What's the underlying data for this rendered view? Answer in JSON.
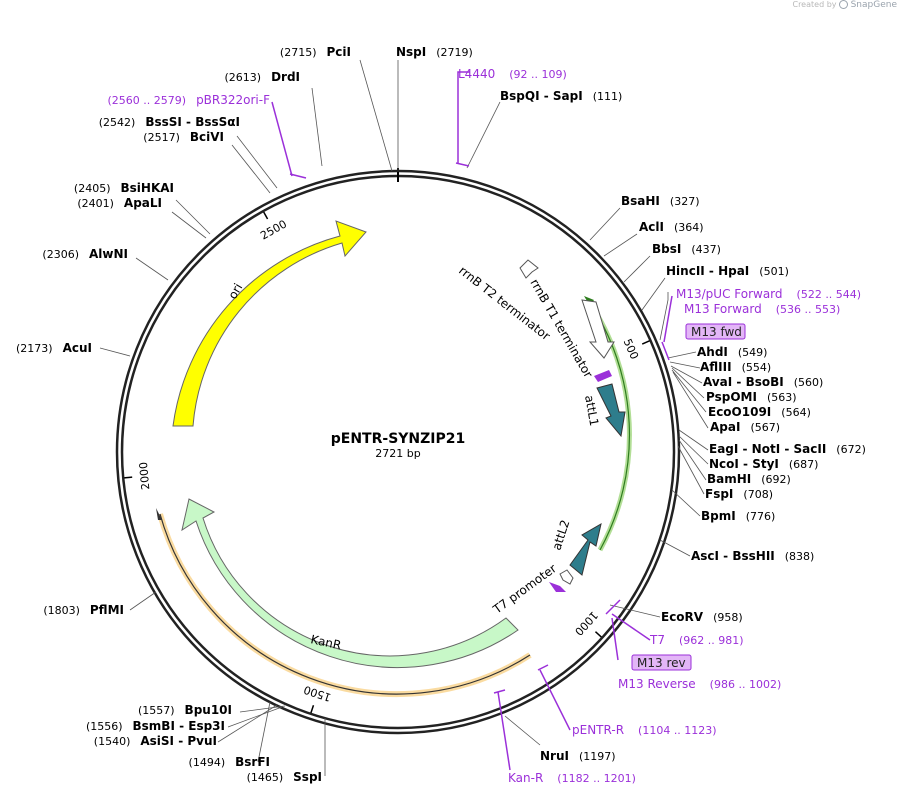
{
  "watermark": {
    "prefix": "Created by",
    "brand": "SnapGene"
  },
  "plasmid": {
    "name": "pENTR-SYNZIP21",
    "length_label": "2721 bp",
    "length": 2721
  },
  "colors": {
    "ori": "#ffff00",
    "kanr": "#c8f8c8",
    "attL": "#2e7d8c",
    "primer": "#9b30d9",
    "orf_green": "#7ec850",
    "orf_orange": "#f5b841",
    "terminator": "#ffffff",
    "promoter": "#ffffff"
  },
  "ticks": [
    {
      "pos": 500,
      "label": "500"
    },
    {
      "pos": 1000,
      "label": "1000"
    },
    {
      "pos": 1500,
      "label": "1500"
    },
    {
      "pos": 2000,
      "label": "2000"
    },
    {
      "pos": 2500,
      "label": "2500"
    }
  ],
  "features": [
    {
      "name": "ori",
      "label": "ori",
      "type": "ori"
    },
    {
      "name": "KanR",
      "label": "KanR",
      "type": "kanr"
    },
    {
      "name": "attL1",
      "label": "attL1",
      "type": "attl"
    },
    {
      "name": "attL2",
      "label": "attL2",
      "type": "attl"
    },
    {
      "name": "rrnB T1 terminator",
      "label": "rrnB T1 terminator",
      "type": "terminator"
    },
    {
      "name": "rrnB T2 terminator",
      "label": "rrnB T2 terminator",
      "type": "terminator"
    },
    {
      "name": "T7 promoter",
      "label": "T7 promoter",
      "type": "promoter"
    }
  ],
  "sites_right": [
    {
      "name": "NspI",
      "pos": "(2719)"
    },
    {
      "name": "BspQI  -  SapI",
      "pos": "(111)"
    },
    {
      "name": "BsaHI",
      "pos": "(327)"
    },
    {
      "name": "AclI",
      "pos": "(364)"
    },
    {
      "name": "BbsI",
      "pos": "(437)"
    },
    {
      "name": "HincII  -  HpaI",
      "pos": "(501)"
    },
    {
      "name": "AhdI",
      "pos": "(549)"
    },
    {
      "name": "AflIII",
      "pos": "(554)"
    },
    {
      "name": "AvaI  -  BsoBI",
      "pos": "(560)"
    },
    {
      "name": "PspOMI",
      "pos": "(563)"
    },
    {
      "name": "EcoO109I",
      "pos": "(564)"
    },
    {
      "name": "ApaI",
      "pos": "(567)"
    },
    {
      "name": "EagI  -  NotI  -  SacII",
      "pos": "(672)"
    },
    {
      "name": "NcoI  -  StyI",
      "pos": "(687)"
    },
    {
      "name": "BamHI",
      "pos": "(692)"
    },
    {
      "name": "FspI",
      "pos": "(708)"
    },
    {
      "name": "BpmI",
      "pos": "(776)"
    },
    {
      "name": "AscI  -  BssHII",
      "pos": "(838)"
    },
    {
      "name": "EcoRV",
      "pos": "(958)"
    },
    {
      "name": "NruI",
      "pos": "(1197)"
    }
  ],
  "sites_left": [
    {
      "name": "PciI",
      "pos": "(2715)"
    },
    {
      "name": "DrdI",
      "pos": "(2613)"
    },
    {
      "name": "BssSI  -  BssSαI",
      "pos": "(2542)"
    },
    {
      "name": "BciVI",
      "pos": "(2517)"
    },
    {
      "name": "BsiHKAI",
      "pos": "(2405)"
    },
    {
      "name": "ApaLI",
      "pos": "(2401)"
    },
    {
      "name": "AlwNI",
      "pos": "(2306)"
    },
    {
      "name": "AcuI",
      "pos": "(2173)"
    },
    {
      "name": "PflMI",
      "pos": "(1803)"
    },
    {
      "name": "Bpu10I",
      "pos": "(1557)"
    },
    {
      "name": "BsmBI  -  Esp3I",
      "pos": "(1556)"
    },
    {
      "name": "AsiSI  -  PvuI",
      "pos": "(1540)"
    },
    {
      "name": "BsrFI",
      "pos": "(1494)"
    },
    {
      "name": "SspI",
      "pos": "(1465)"
    }
  ],
  "primers": [
    {
      "name": "L4440",
      "pos": "(92 .. 109)"
    },
    {
      "name": "pBR322ori-F",
      "pos": "(2560 .. 2579)"
    },
    {
      "name": "M13/pUC Forward",
      "pos": "(522 .. 544)"
    },
    {
      "name": "M13 Forward",
      "pos": "(536 .. 553)"
    },
    {
      "name": "M13 fwd",
      "pos": ""
    },
    {
      "name": "T7",
      "pos": "(962 .. 981)"
    },
    {
      "name": "M13 rev",
      "pos": ""
    },
    {
      "name": "M13 Reverse",
      "pos": "(986 .. 1002)"
    },
    {
      "name": "pENTR-R",
      "pos": "(1104 .. 1123)"
    },
    {
      "name": "Kan-R",
      "pos": "(1182 .. 1201)"
    }
  ]
}
